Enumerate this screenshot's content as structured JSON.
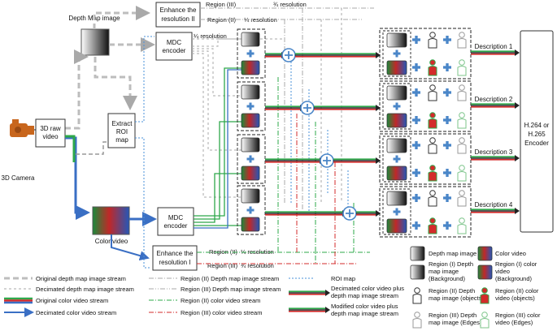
{
  "nodes": {
    "depth_map_image": "Depth Map image",
    "camera": "3D Camera",
    "raw_video": "3D raw video",
    "extract_roi": "Extract ROI map",
    "color_video": "Color video",
    "mdc_top": "MDC encoder",
    "mdc_bottom": "MDC encoder",
    "enhance_top": "Enhance the resolution II",
    "enhance_bottom": "Enhance the resolution I",
    "encoder": "H.264 or H.265 Encoder"
  },
  "flow_labels": {
    "region3_top": "Region (III)",
    "three_quarter_top": "¾ resolution",
    "region2_top": "Region (II)",
    "quarter_top": "¼ resolution",
    "quarter_mdc_top": "¼ resolution",
    "region2_bottom": "Region (II)",
    "quarter_bottom": "¼ resolution",
    "region3_bottom": "Region (III)",
    "three_quarter_bottom": "¾ resolution"
  },
  "descriptions": [
    "Description 1",
    "Description 2",
    "Description 3",
    "Description 4"
  ],
  "legend_lines": {
    "original_depth": "Original depth map image stream",
    "decimated_depth": "Decimated depth map image stream",
    "original_color": "Original color video stream",
    "decimated_color": "Decimated color video stream",
    "region2_depth": "Region (II) Depth map image stream",
    "region3_depth": "Region (III) Depth map image stream",
    "region2_color": "Region (II) color video stream",
    "region3_color": "Region (III) color video stream",
    "roi_map": "ROI map",
    "decimated_color_plus": "Decimated color video plus depth map image stream",
    "modified_color_plus": "Modified color video plus depth map image stream"
  },
  "legend_icons": {
    "depth_map": "Depth map image",
    "color_video": "Color video",
    "r1_depth": "Region (I) Depth map image (Background)",
    "r1_color": "Region (I) color video (Background)",
    "r2_depth": "Region (II) Depth map image (objects)",
    "r2_color": "Region (II) color video (objects)",
    "r3_depth": "Region (III) Depth map image (Edges)",
    "r3_color": "Region (III) color video (Edges)"
  },
  "colors": {
    "depth_stream": "#bdbdbd",
    "color_stream_green": "#2ea84a",
    "color_stream_red": "#d32b2b",
    "color_stream_blue": "#3a6fc4",
    "roi": "#4a90d9",
    "camera": "#c8661d",
    "plus": "#4a86c8"
  }
}
